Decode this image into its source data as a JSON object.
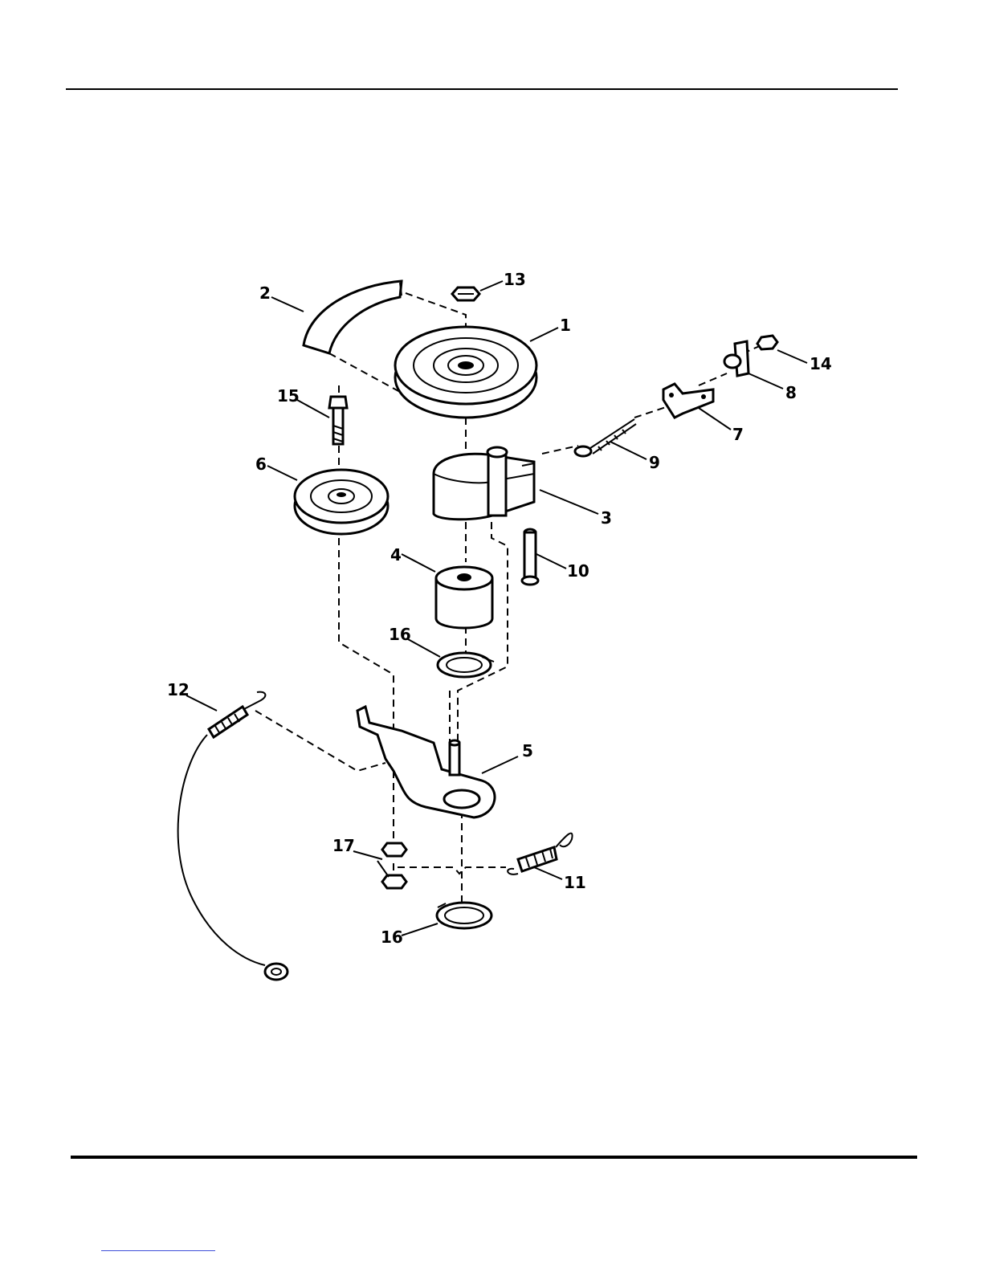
{
  "diagram": {
    "callouts": [
      {
        "id": "1",
        "label": "1"
      },
      {
        "id": "2",
        "label": "2"
      },
      {
        "id": "3",
        "label": "3"
      },
      {
        "id": "4",
        "label": "4"
      },
      {
        "id": "5",
        "label": "5"
      },
      {
        "id": "6",
        "label": "6"
      },
      {
        "id": "7",
        "label": "7"
      },
      {
        "id": "8",
        "label": "8"
      },
      {
        "id": "9",
        "label": "9"
      },
      {
        "id": "10",
        "label": "10"
      },
      {
        "id": "11",
        "label": "11"
      },
      {
        "id": "12",
        "label": "12"
      },
      {
        "id": "13",
        "label": "13"
      },
      {
        "id": "14",
        "label": "14"
      },
      {
        "id": "15",
        "label": "15"
      },
      {
        "id": "16a",
        "label": "16"
      },
      {
        "id": "16b",
        "label": "16"
      },
      {
        "id": "17",
        "label": "17"
      }
    ]
  }
}
